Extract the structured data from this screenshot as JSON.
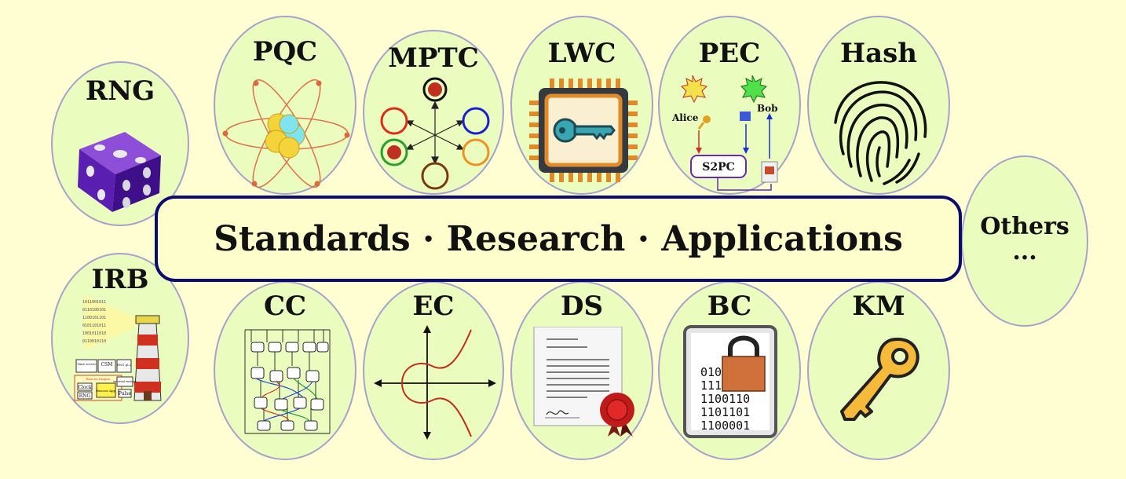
{
  "banner": "Standards · Research · Applications",
  "topics": {
    "rng": "RNG",
    "pqc": "PQC",
    "mptc": "MPTC",
    "lwc": "LWC",
    "pec": "PEC",
    "hash": "Hash",
    "irb": "IRB",
    "cc": "CC",
    "ec": "EC",
    "ds": "DS",
    "bc": "BC",
    "km": "KM",
    "others": "Others",
    "ellipsis": "..."
  },
  "pec_diagram": {
    "alice": "Alice",
    "bob": "Bob",
    "box": "S2PC"
  },
  "irb_diagram": {
    "time_server": "Time server",
    "csm": "CSM",
    "rng_gl2": "RNG gl.2",
    "beacon_engine": "Beacon Engine",
    "clock": "Clock",
    "rng": "RNG",
    "beacon_app": "Beacon App",
    "external_entropy": "external entropy",
    "pulse": "Pulse"
  },
  "bc_bits": [
    "010",
    "111",
    "1100110",
    "1101101",
    "1100001"
  ],
  "colors": {
    "background": "#fefed2",
    "oval_fill": "#eafcbe",
    "oval_border": "#a5a2cb",
    "banner_border": "#0c0c6e",
    "banner_fill": "#fefecc"
  }
}
